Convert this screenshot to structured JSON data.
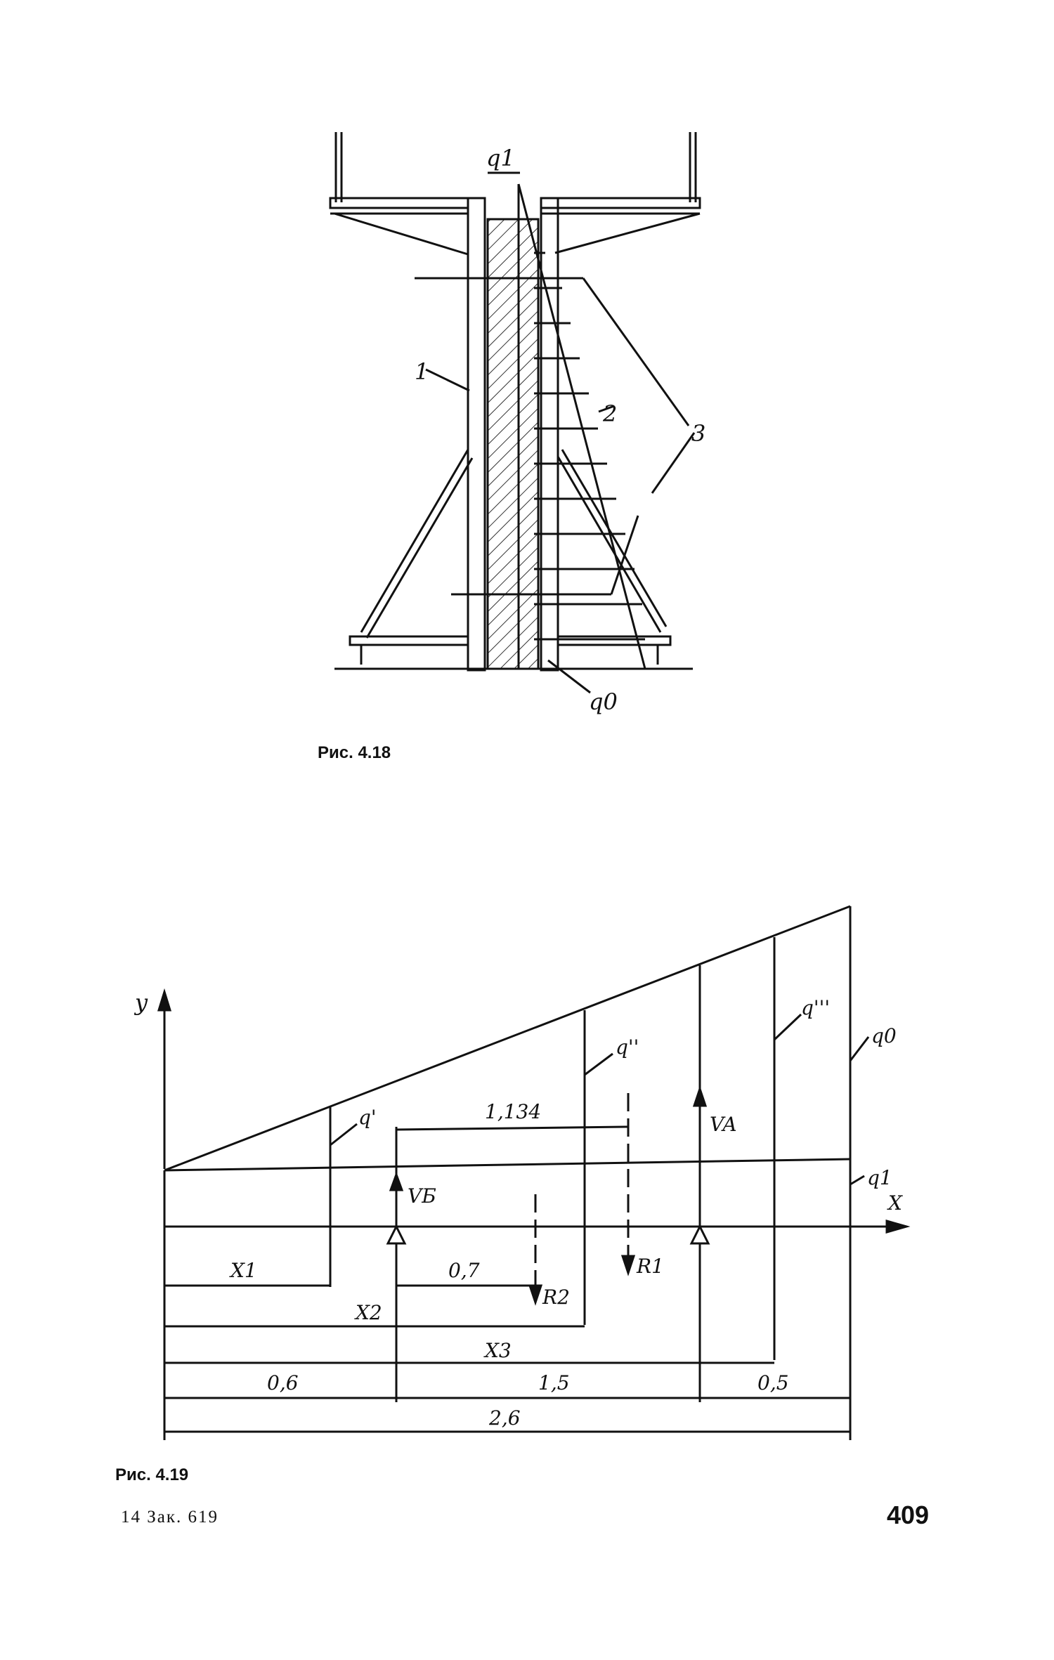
{
  "fig418": {
    "caption": "Рис. 4.18",
    "labels": {
      "q1": "q1",
      "l1": "1",
      "l2": "2",
      "l3": "3",
      "q0": "q0"
    }
  },
  "fig419": {
    "caption": "Рис. 4.19",
    "labels": {
      "y": "y",
      "x": "X",
      "q_p": "q'",
      "q_pp": "q''",
      "q_ppp": "q'''",
      "q0": "q0",
      "q1": "q1",
      "VA": "VA",
      "VB": "VБ",
      "R1": "R1",
      "R2": "R2",
      "d1134": "1,134",
      "d07": "0,7",
      "x1": "X1",
      "x2": "X2",
      "x3": "X3",
      "d06": "0,6",
      "d15": "1,5",
      "d05": "0,5",
      "d26": "2,6"
    }
  },
  "footer": {
    "left": "14 Зак. 619",
    "page": "409"
  }
}
